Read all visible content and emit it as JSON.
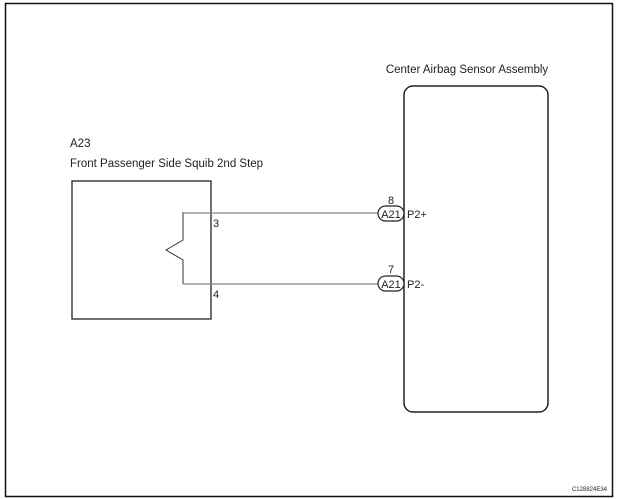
{
  "sensor": {
    "title": "Center Airbag Sensor Assembly",
    "pins": [
      {
        "number": "8",
        "connector": "A21",
        "signal": "P2+"
      },
      {
        "number": "7",
        "connector": "A21",
        "signal": "P2-"
      }
    ]
  },
  "squib": {
    "code": "A23",
    "name": "Front Passenger Side Squib 2nd Step",
    "pins": [
      "3",
      "4"
    ]
  },
  "figure_id": "C128824E34"
}
